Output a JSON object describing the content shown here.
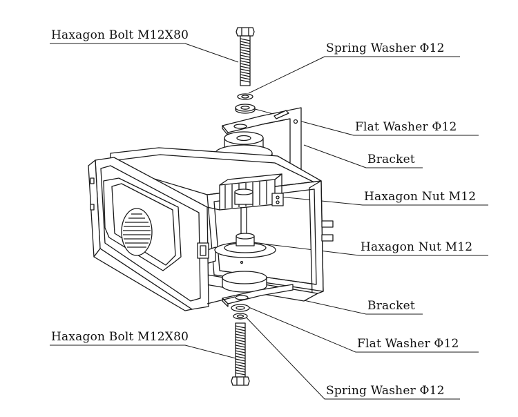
{
  "diagram": {
    "labels": {
      "bolt_top": "Haxagon Bolt M12X80",
      "spring_washer_top": "Spring Washer Φ12",
      "flat_washer_top": "Flat Washer Φ12",
      "bracket_top": "Bracket",
      "nut_upper": "Haxagon Nut M12",
      "nut_lower": "Haxagon Nut M12",
      "bracket_bottom": "Bracket",
      "bolt_bottom": "Haxagon Bolt M12X80",
      "flat_washer_bottom": "Flat Washer Φ12",
      "spring_washer_bottom": "Spring Washer Φ12"
    },
    "colors": {
      "line": "#1a1a1a",
      "fill": "#ffffff",
      "shade": "#d9d9d9"
    }
  }
}
